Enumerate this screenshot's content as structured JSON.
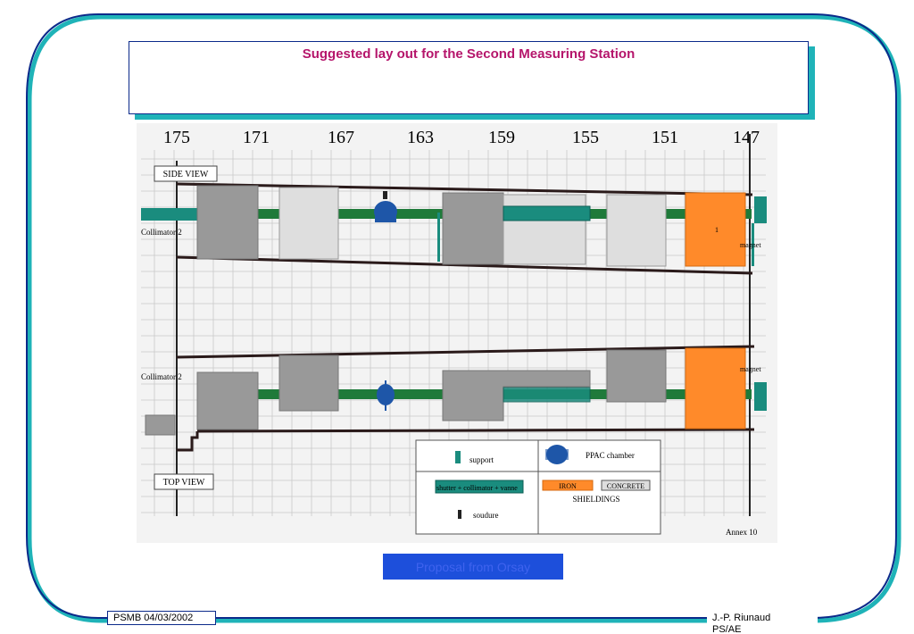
{
  "slide": {
    "title": "Suggested lay out for the Second Measuring Station",
    "proposal_label": "Proposal from Orsay",
    "footer_left": "PSMB  04/03/2002",
    "footer_right_line1": "J.-P. Riunaud",
    "footer_right_line2": "PS/AE"
  },
  "diagram": {
    "scale_labels": [
      "175",
      "171",
      "167",
      "163",
      "159",
      "155",
      "151",
      "147"
    ],
    "side_view_label": "SIDE VIEW",
    "top_view_label": "TOP VIEW",
    "collimator_label_side": "Collimator 2",
    "collimator_label_top": "Collimator 2",
    "magnet_label_side": "magnet",
    "magnet_label_top": "magnet",
    "marker_one": "1",
    "annex_label": "Annex 10",
    "legend": {
      "support": "support",
      "ppac": "PPAC chamber",
      "shutter": "shutter + collimator + vanne",
      "iron": "IRON",
      "concrete": "CONCRETE",
      "shieldings": "SHIELDINGS",
      "soudure": "soudure"
    },
    "colors": {
      "iron": "#ff8a2a",
      "beam": "#1f7a3a",
      "teal": "#1a8c7e",
      "ppac": "#1e56a8"
    }
  }
}
